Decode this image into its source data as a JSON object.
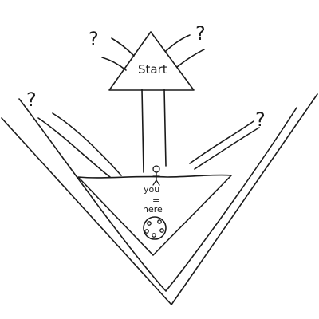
{
  "diagram": {
    "start_label": "Start",
    "you_label": "you",
    "equals_label": "=",
    "here_label": "here",
    "question_marks": [
      "?",
      "?",
      "?",
      "?"
    ],
    "ink_color": "#1a1a1a",
    "background_color": "#ffffff"
  }
}
